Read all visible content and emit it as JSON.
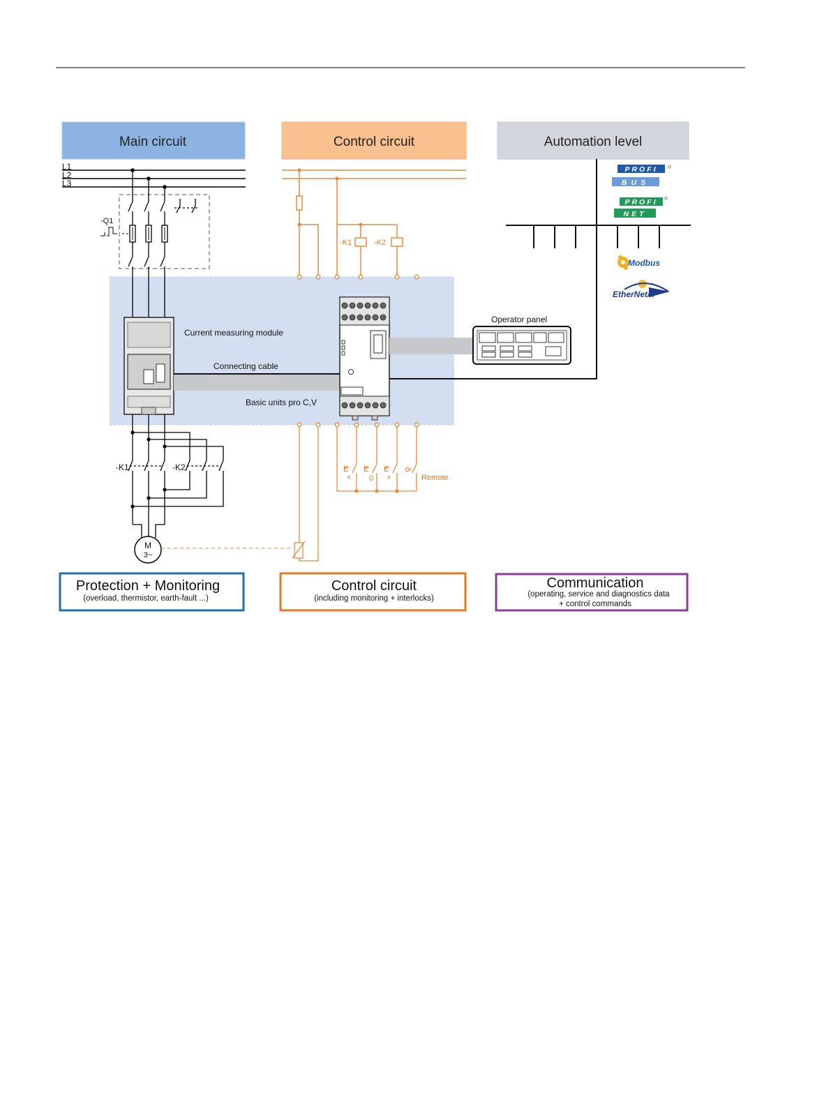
{
  "headers": {
    "main": "Main circuit",
    "control": "Control circuit",
    "automation": "Automation level"
  },
  "phases": [
    "L1",
    "L2",
    "L3"
  ],
  "labels": {
    "q1": "-Q1",
    "k1_coil": "-K1",
    "k2_coil": "-K2",
    "k1_contact": "-K1",
    "k2_contact": "-K2",
    "current_module": "Current measuring module",
    "connecting_cable": "Connecting cable",
    "basic_units": "Basic units pro C,V",
    "operator_panel": "Operator panel",
    "motor_m": "M",
    "motor_3": "3~",
    "remote": "Remote",
    "switch_lt": "<",
    "switch_0": "0",
    "switch_gt": ">"
  },
  "protocols": {
    "profibus_top": "PROFI",
    "profibus_bottom": "BUS",
    "profinet_top": "PROFI",
    "profinet_bottom": "NET",
    "modbus": "Modbus",
    "ethernetip": "EtherNet/IP"
  },
  "boxes": {
    "protection": {
      "title": "Protection + Monitoring",
      "subtitle": "(overload, thermistor, earth-fault ...)"
    },
    "control": {
      "title": "Control circuit",
      "subtitle": "(including monitoring + interlocks)"
    },
    "communication": {
      "title": "Communication",
      "subtitle": "(operating, service and diagnostics data",
      "subtitle2": "+ control commands"
    }
  },
  "colors": {
    "main_header": "#8db3e2",
    "control_header": "#f9c18f",
    "automation_header": "#d4d6de",
    "orange_wire": "#e68a3c",
    "area_bg": "#d3dff0",
    "protection_border": "#1f6fb5",
    "control_border": "#e07a22",
    "communication_border": "#8b3d9b"
  }
}
